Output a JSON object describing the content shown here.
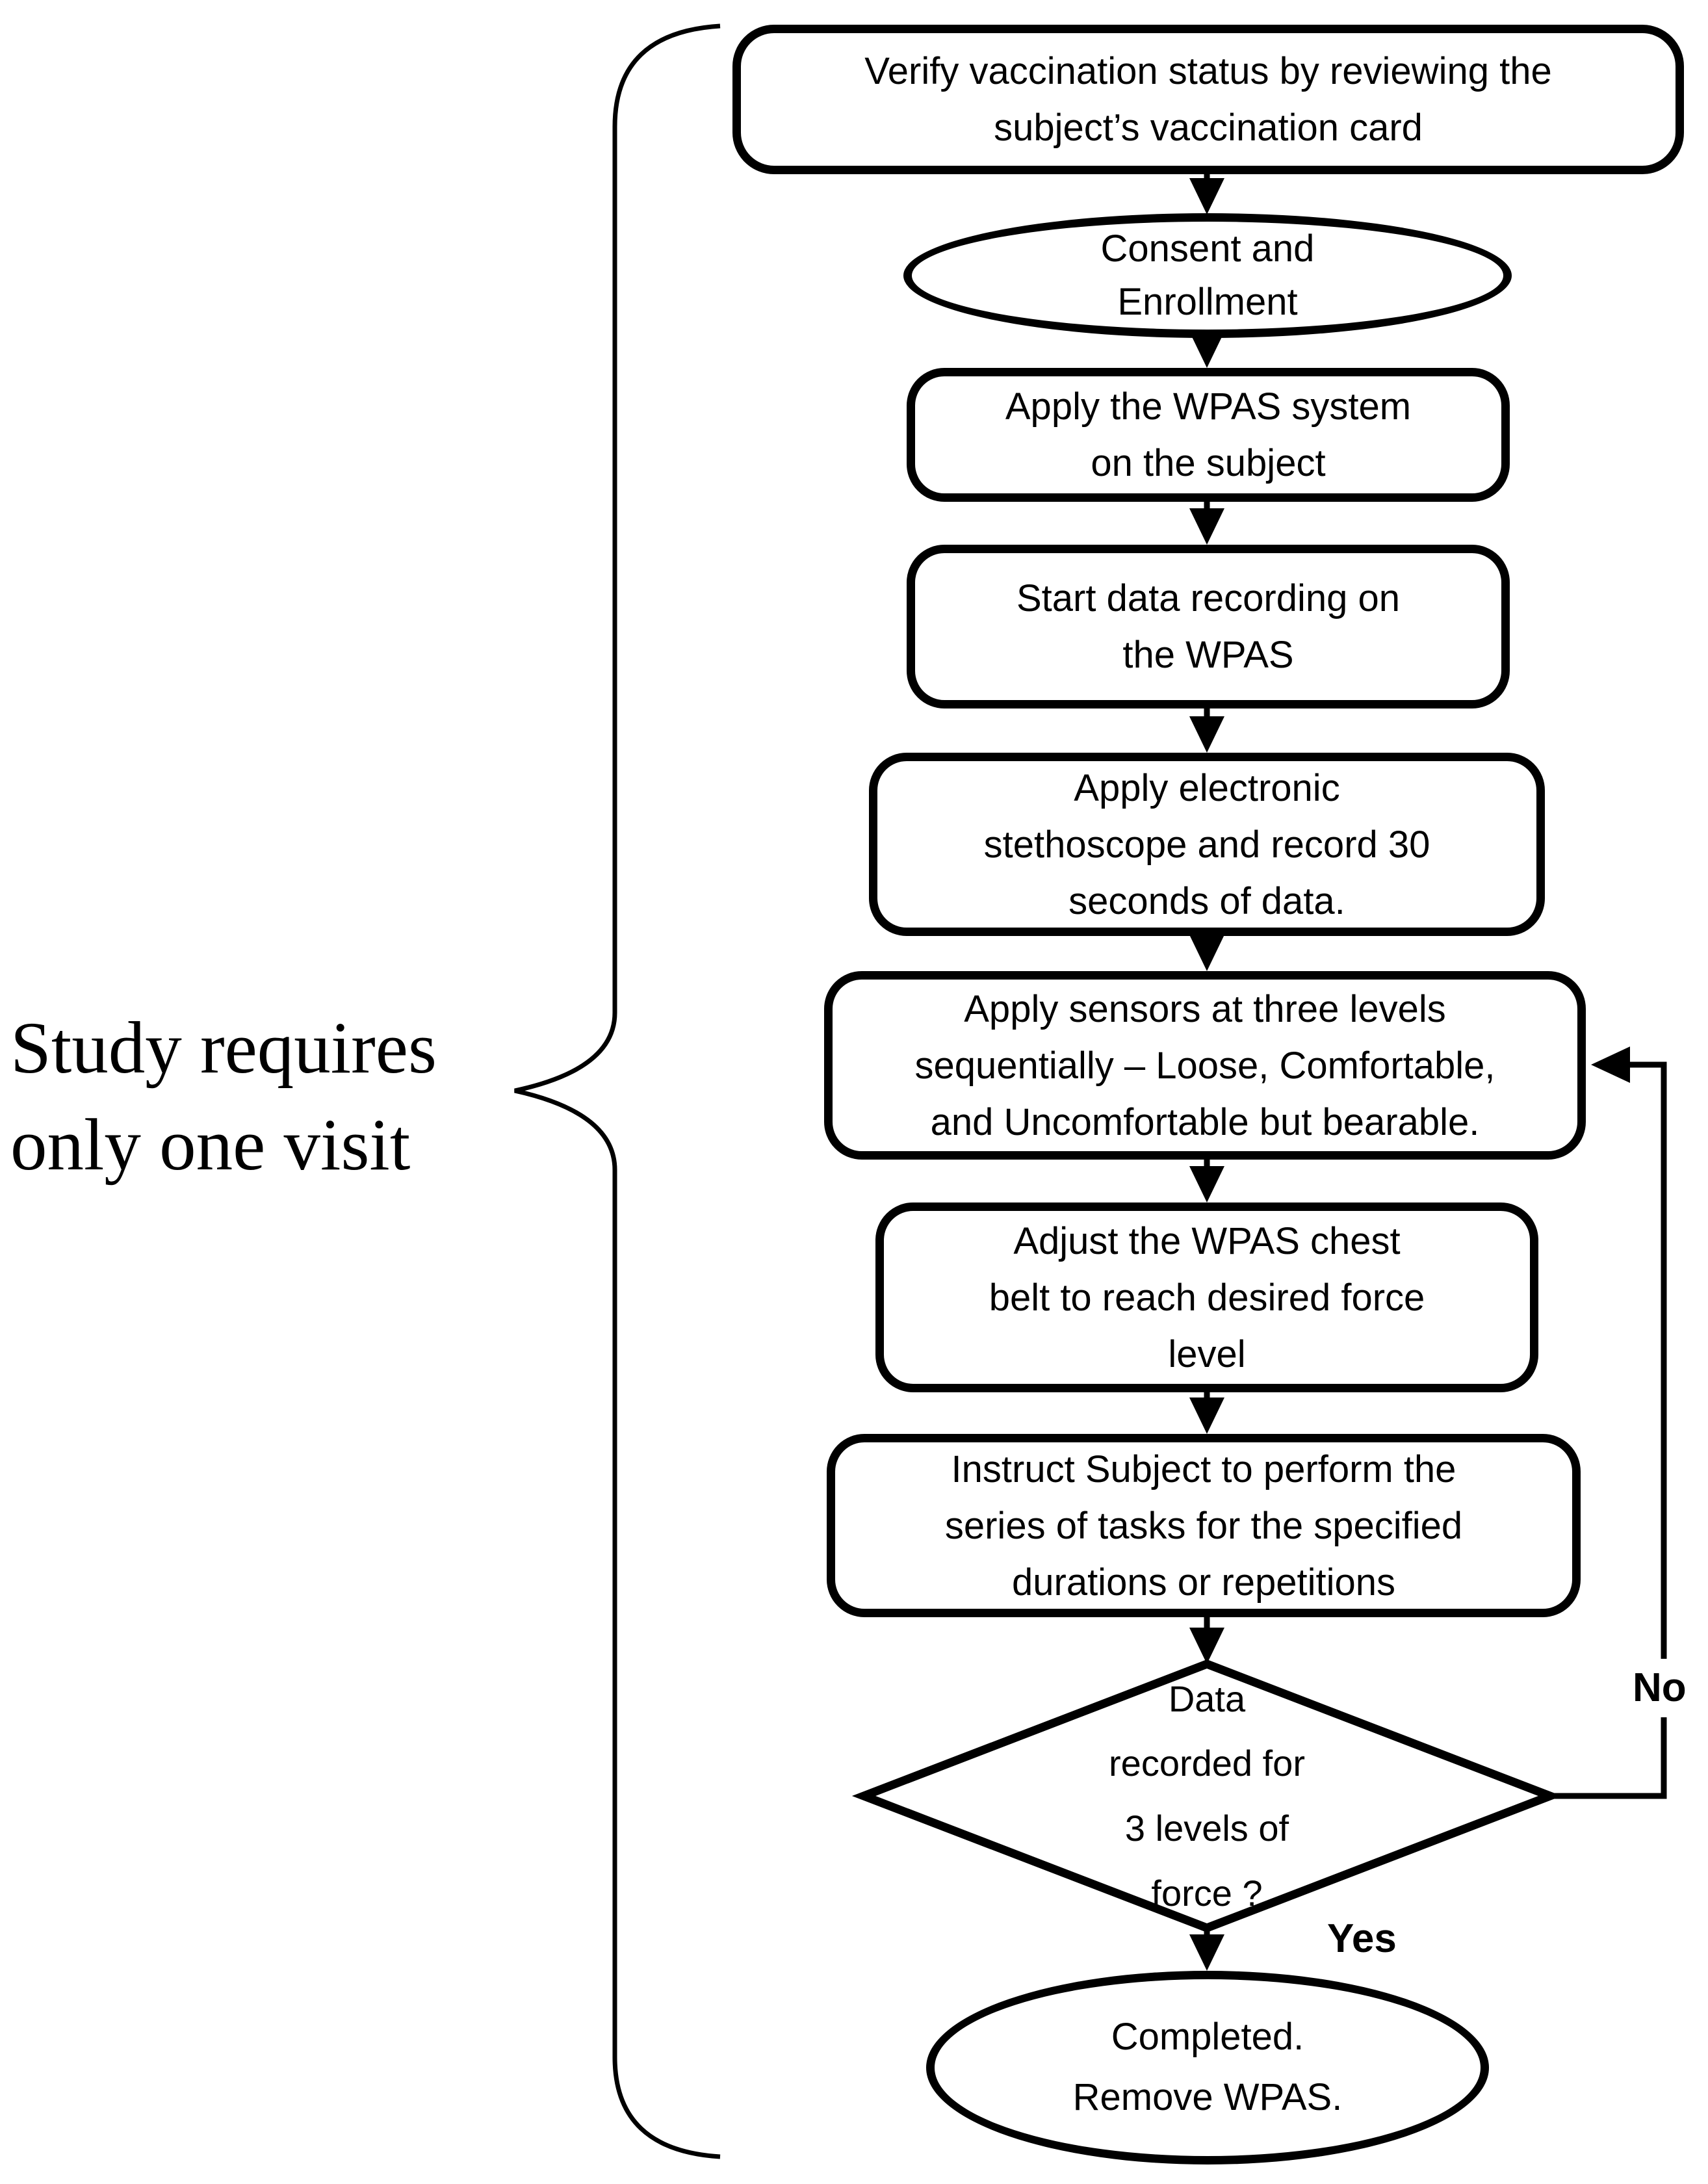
{
  "side_label": {
    "text": "Study requires\nonly one visit"
  },
  "nodes": {
    "verify": {
      "type": "process",
      "text": "Verify vaccination status by reviewing the\nsubject’s vaccination card"
    },
    "consent": {
      "type": "terminal",
      "text": "Consent and\nEnrollment"
    },
    "apply_wpas": {
      "type": "process",
      "text": "Apply the WPAS system\non the subject"
    },
    "start_recording": {
      "type": "process",
      "text": "Start data recording on\nthe WPAS"
    },
    "stethoscope": {
      "type": "process",
      "text": "Apply electronic\nstethoscope and record 30\nseconds of data."
    },
    "apply_sensors": {
      "type": "process",
      "text": "Apply sensors at three levels\nsequentially – Loose, Comfortable,\nand Uncomfortable but bearable."
    },
    "adjust_belt": {
      "type": "process",
      "text": "Adjust the WPAS chest\nbelt to reach desired force\nlevel"
    },
    "instruct_subject": {
      "type": "process",
      "text": "Instruct Subject to perform the\nseries of tasks for the specified\ndurations or repetitions"
    },
    "decision": {
      "type": "decision",
      "text": "Data\nrecorded for\n3 levels of\nforce ?"
    },
    "completed": {
      "type": "terminal",
      "text": "Completed.\nRemove WPAS."
    }
  },
  "edges": {
    "no_label": "No",
    "yes_label": "Yes"
  },
  "colors": {
    "ink": "#000000",
    "background": "#ffffff"
  }
}
